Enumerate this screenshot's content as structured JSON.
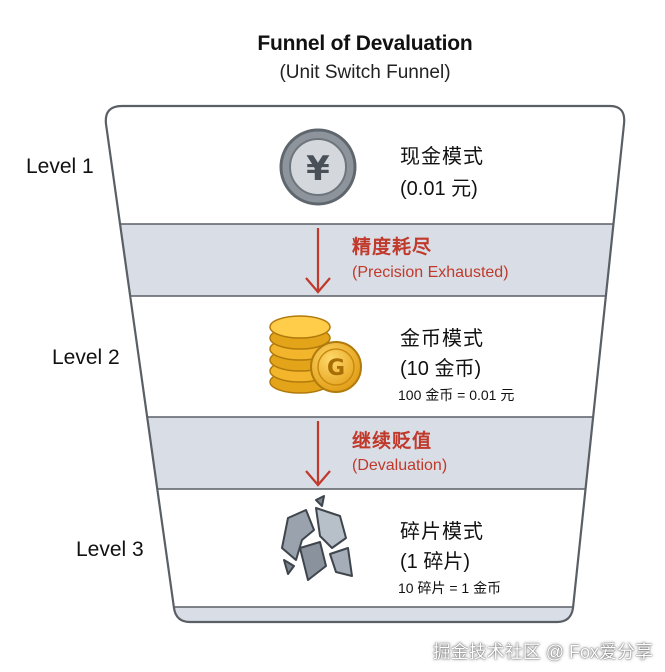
{
  "header": {
    "title": "Funnel of Devaluation",
    "subtitle": "(Unit Switch Funnel)"
  },
  "levels": [
    {
      "label": "Level 1",
      "mode_title": "现金模式",
      "mode_sub": "(0.01 元)",
      "icon": "yuan-coin-icon"
    },
    {
      "label": "Level 2",
      "mode_title": "金币模式",
      "mode_sub": "(10 金币)",
      "note": "100 金币 = 0.01 元",
      "icon": "gold-coins-icon"
    },
    {
      "label": "Level 3",
      "mode_title": "碎片模式",
      "mode_sub": "(1 碎片)",
      "note": "10 碎片 = 1 金币",
      "icon": "broken-shard-icon"
    }
  ],
  "transitions": [
    {
      "title": "精度耗尽",
      "sub": "(Precision Exhausted)",
      "icon": "down-arrow-icon"
    },
    {
      "title": "继续贬值",
      "sub": "(Devaluation)",
      "icon": "down-arrow-icon"
    }
  ],
  "watermark": "掘金技术社区 @ Fox爱分享",
  "colors": {
    "band": "#d9dee6",
    "outline": "#5a5f66",
    "accent_red": "#c0392b",
    "gold": "#f2b52b",
    "coin_gray": "#8d949c"
  }
}
